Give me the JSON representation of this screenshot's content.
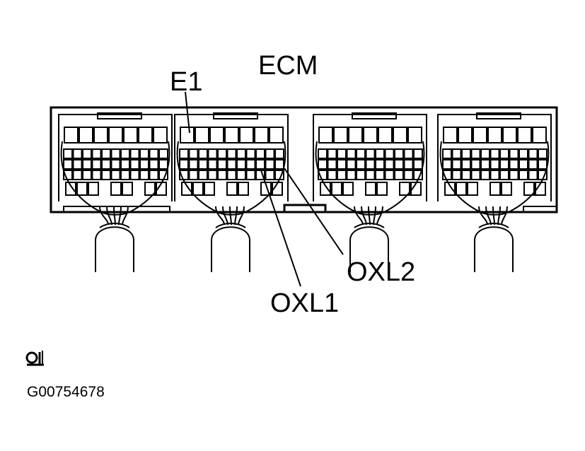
{
  "labels": {
    "component": "ECM",
    "pin_e1": "E1",
    "pin_oxl1": "OXL1",
    "pin_oxl2": "OXL2"
  },
  "figure_code": "G00754678",
  "connector_count": 4,
  "icon": "graphic-sensor-icon",
  "colors": {
    "ink": "#000000",
    "background": "#ffffff"
  }
}
